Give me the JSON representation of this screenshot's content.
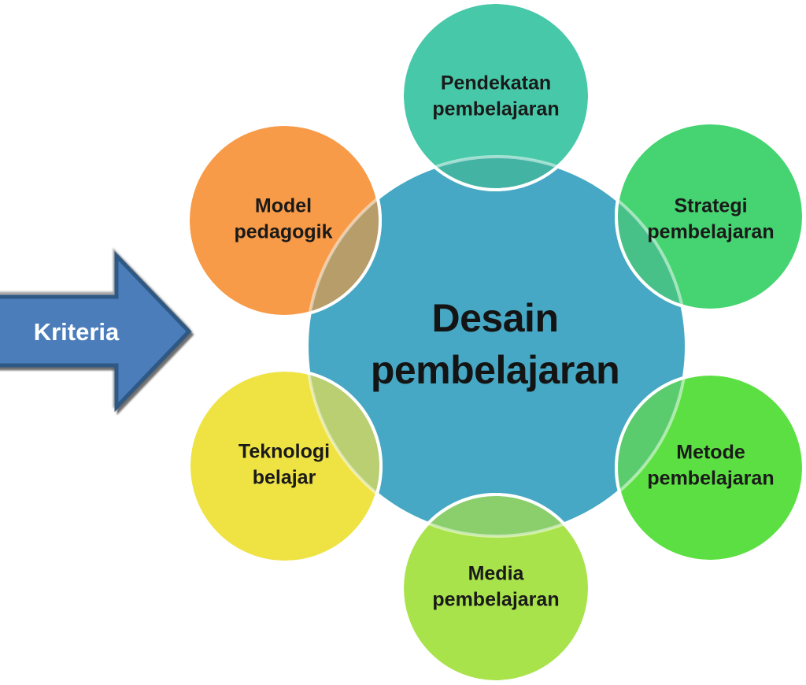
{
  "diagram": {
    "center": {
      "label": "Desain\npembelajaran",
      "fill": "#46A8C4",
      "text_color": "#141414"
    },
    "nodes": [
      {
        "id": "pendekatan",
        "label": "Pendekatan\npembelajaran",
        "fill": "#47C8A8",
        "overlap_fill": "#43B4A3",
        "text_color": "#1A1A1A"
      },
      {
        "id": "strategi",
        "label": "Strategi\npembelajaran",
        "fill": "#45D471",
        "overlap_fill": "#48C189",
        "text_color": "#1A1A1A"
      },
      {
        "id": "metode",
        "label": "Metode\npembelajaran",
        "fill": "#5CDF42",
        "overlap_fill": "#5BCC6E",
        "text_color": "#1A1A1A"
      },
      {
        "id": "media",
        "label": "Media\npembelajaran",
        "fill": "#A9E34B",
        "overlap_fill": "#8BCF6C",
        "text_color": "#1A1A1A"
      },
      {
        "id": "teknologi",
        "label": "Teknologi\nbelajar",
        "fill": "#EFE344",
        "overlap_fill": "#B9CF72",
        "text_color": "#1A1A1A"
      },
      {
        "id": "model",
        "label": "Model\npedagogik",
        "fill": "#F89B48",
        "overlap_fill": "#B79D6A",
        "text_color": "#1A1A1A"
      }
    ],
    "arrow": {
      "label": "Kriteria",
      "fill": "#4C7DBB",
      "border": "#2E5984",
      "text_color": "#FFFFFF"
    },
    "outline_color": "#FFFFFF"
  }
}
